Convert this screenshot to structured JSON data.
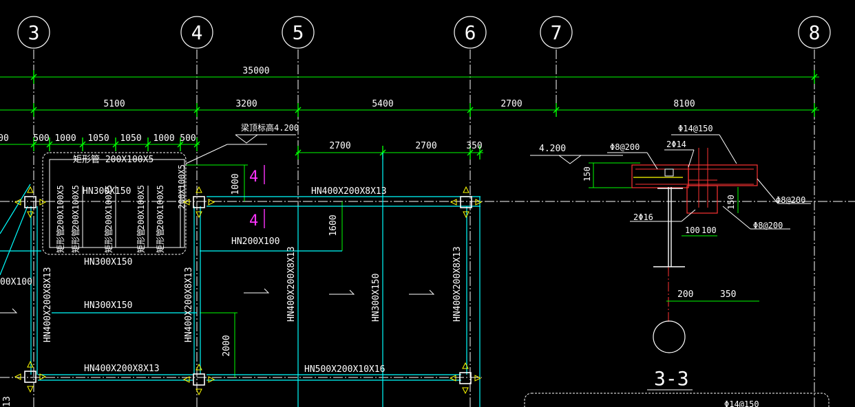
{
  "drawing": {
    "colors": {
      "background": "#000000",
      "dimension": "#00ff00",
      "beam": "#00ffff",
      "grid": "#ffffff",
      "column": "#ffff00",
      "rebar": "#ff0000",
      "section": "#ff3333",
      "mark": "#ff33ff"
    },
    "axes": [
      "3",
      "4",
      "5",
      "6",
      "7",
      "8"
    ],
    "dims": {
      "total": "35000",
      "bays": [
        "5100",
        "3200",
        "5400",
        "2700",
        "8100"
      ],
      "sub_left_cut": "00",
      "sub": [
        "500",
        "1000",
        "1050",
        "1050",
        "1000",
        "500"
      ],
      "sub_right": [
        "2700",
        "2700",
        "350"
      ],
      "v1000": "1000",
      "v1600": "1600",
      "v2000": "2000"
    },
    "beams": {
      "rect_pipe_top": "矩形管 200X100X5",
      "hn300_top": "HN300X150",
      "hn400_top": "HN400X200X8X13",
      "hn200": "HN200X100",
      "hn300_mid": "HN300X150",
      "hn300_low": "HN300X150",
      "hn400_bot": "HN400X200X8X13",
      "hn500_bot": "HN500X200X10X16",
      "left_cut": "00X100",
      "v_left": "HN400X200X8X13",
      "v_ax4": "HN400X200X8X13",
      "v_ax5": "HN400X200X8X13",
      "v_mid": "HN300X150",
      "v_ax6": "HN400X200X8X13",
      "pipe_v": [
        "200X100X5",
        "200X100X5",
        "200X100X5",
        "200X100X5",
        "200X100X5",
        "200X100X5"
      ],
      "pipe_v_prefix": [
        "矩形管",
        "矩形管",
        "矩形管",
        "矩形管",
        "矩形管"
      ],
      "left_edge_cut": "13"
    },
    "elevation": {
      "label": "梁顶标高",
      "value": "4.200"
    },
    "marks": [
      "4",
      "4"
    ],
    "section": {
      "elev": "4.200",
      "rebar_top": "Φ14@150",
      "rebar_a": "Φ8@200",
      "rebar_b": "2Φ14",
      "rebar_c": "Φ8@200",
      "rebar_d": "Φ8@200",
      "rebar_e": "2Φ16",
      "d150_a": "150",
      "d150_b": "150",
      "d100_a": "100",
      "d100_b": "100",
      "d200": "200",
      "d350": "350",
      "title": "3-3",
      "bottom_cut": "Φ14@150"
    }
  }
}
